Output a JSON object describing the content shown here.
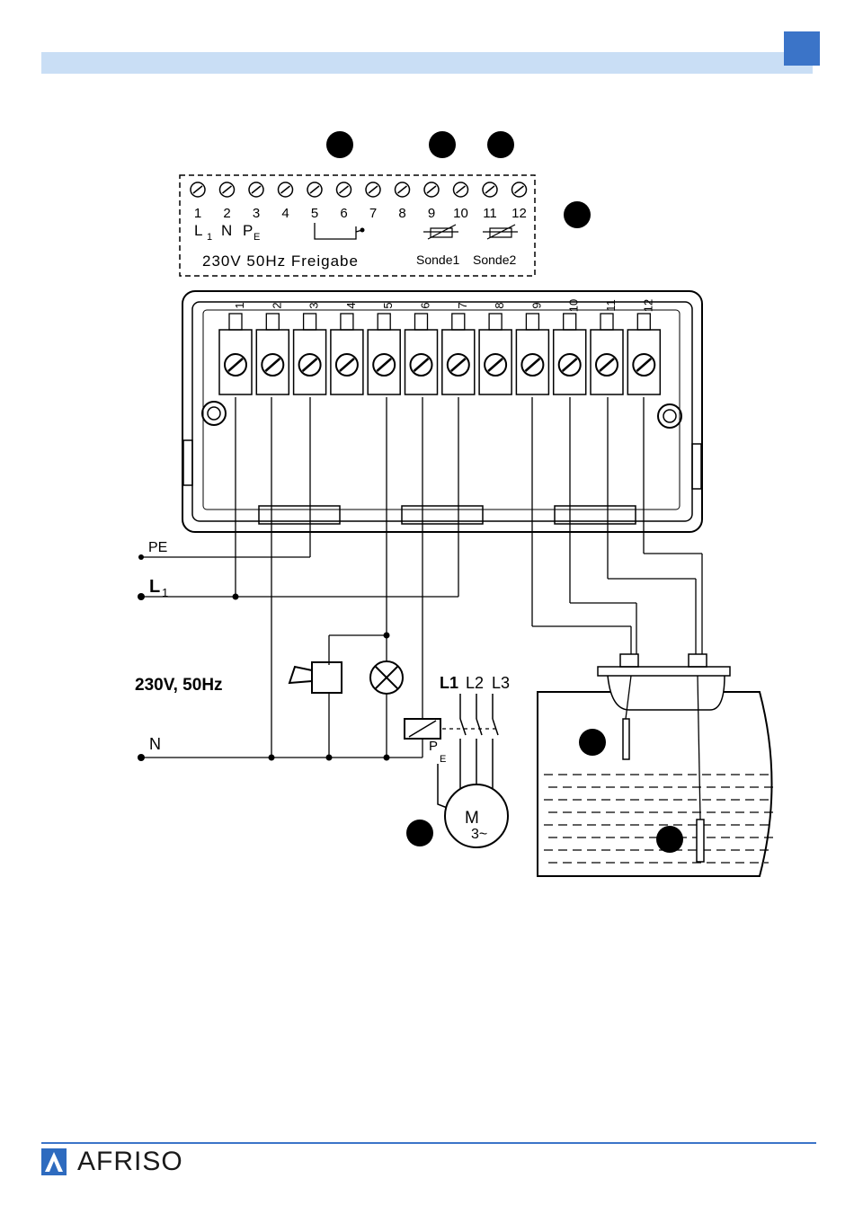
{
  "footer": {
    "brand": "AFRISO"
  },
  "terminal_label_panel": {
    "numbers": [
      "1",
      "2",
      "3",
      "4",
      "5",
      "6",
      "7",
      "8",
      "9",
      "10",
      "11",
      "12"
    ],
    "labels": {
      "l1": "L",
      "l1_sub": "1",
      "n": "N",
      "pe": "P",
      "pe_sub": "E"
    },
    "caption": "230V 50Hz Freigabe",
    "sonde1": "Sonde1",
    "sonde2": "Sonde2"
  },
  "housing": {
    "terminal_numbers": [
      "1",
      "2",
      "3",
      "4",
      "5",
      "6",
      "7",
      "8",
      "9",
      "10",
      "11",
      "12"
    ]
  },
  "supply": {
    "pe": "PE",
    "l1": "L",
    "l1_sub": "1",
    "n": "N",
    "voltage": "230V, 50Hz"
  },
  "motor": {
    "phases": {
      "l1": "L1",
      "l2": "L2",
      "l3": "L3"
    },
    "pe": "P",
    "pe_sub": "E",
    "symbol_m": "M",
    "symbol_type": "3~"
  }
}
